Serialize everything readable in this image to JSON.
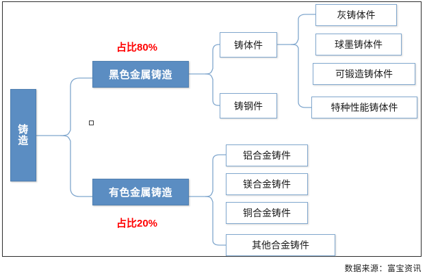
{
  "diagram": {
    "title_chars": [
      "铸",
      "造"
    ],
    "root": {
      "label": "铸造"
    },
    "branches": [
      {
        "label": "黑色金属铸造",
        "share_label": "占比80%"
      },
      {
        "label": "有色金属铸造",
        "share_label": "占比20%"
      }
    ],
    "ferrous_children": [
      {
        "label": "铸体件"
      },
      {
        "label": "铸钢件"
      }
    ],
    "casting_leaves": [
      {
        "label": "灰铸体件"
      },
      {
        "label": "球墨铸体件"
      },
      {
        "label": "可锻造铸体件"
      },
      {
        "label": "特种性能铸体件"
      }
    ],
    "nonferrous_children": [
      {
        "label": "铝合金铸件"
      },
      {
        "label": "镁合金铸件"
      },
      {
        "label": "铜合金铸件"
      },
      {
        "label": "其他合金铸件"
      }
    ],
    "colors": {
      "node_fill": "#5b8dc2",
      "node_border": "#7fa6cd",
      "connector": "#7fa6cd",
      "accent_red": "#ff0000",
      "frame": "#2b2b2b"
    }
  },
  "footer": {
    "source": "数据来源：富宝资讯"
  }
}
